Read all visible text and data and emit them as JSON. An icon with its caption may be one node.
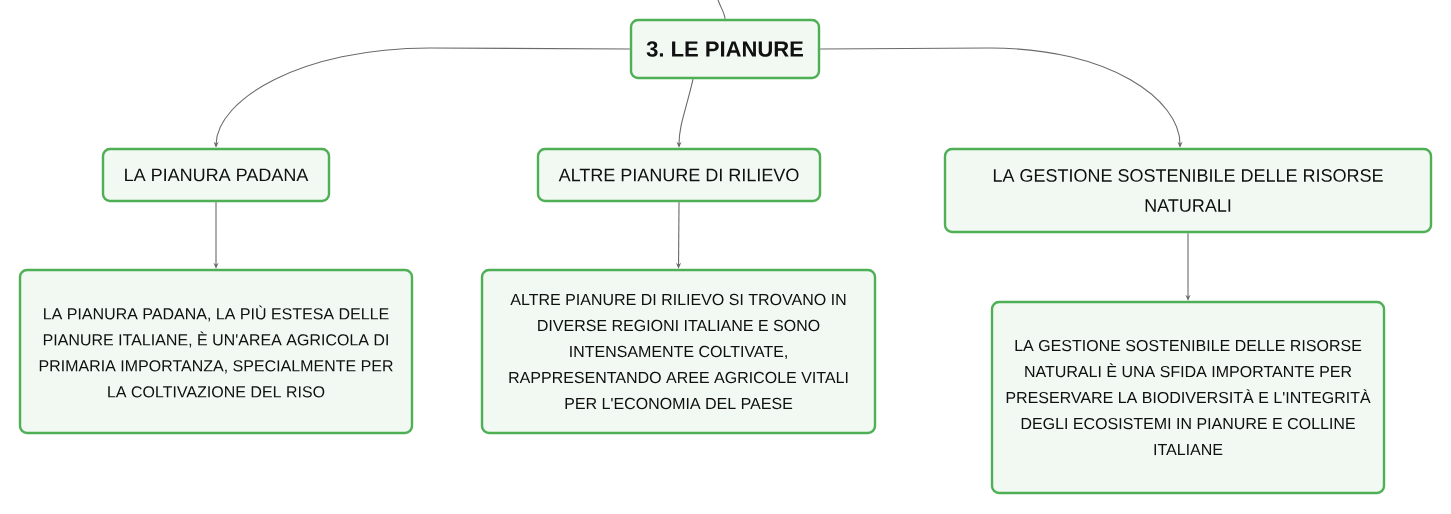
{
  "diagram": {
    "nodes": [
      {
        "text": [
          "3. LE PIANURE"
        ]
      },
      {
        "text": [
          "LA PIANURA PADANA"
        ]
      },
      {
        "text": [
          "ALTRE PIANURE DI RILIEVO"
        ]
      },
      {
        "text": [
          "LA GESTIONE SOSTENIBILE DELLE RISORSE NATURALI"
        ]
      },
      {
        "text": [
          "LA PIANURA PADANA, LA PIÙ ESTESA DELLE PIANURE ITALIANE, È UN'AREA AGRICOLA DI PRIMARIA IMPORTANZA, SPECIALMENTE PER LA COLTIVAZIONE DEL RISO"
        ]
      },
      {
        "text": [
          "ALTRE PIANURE DI RILIEVO SI TROVANO IN DIVERSE REGIONI ITALIANE E SONO INTENSAMENTE COLTIVATE, RAPPRESENTANDO AREE AGRICOLE VITALI PER L'ECONOMIA DEL PAESE"
        ]
      },
      {
        "text": [
          "LA GESTIONE SOSTENIBILE DELLE RISORSE NATURALI È UNA SFIDA IMPORTANTE PER PRESERVARE LA BIODIVERSITÀ E L'INTEGRITÀ DEGLI ECOSISTEMI IN PIANURE E COLLINE ITALIANE"
        ]
      }
    ],
    "edges": [
      {
        "from": null,
        "to": 0,
        "arrow": "none"
      },
      {
        "from": 0,
        "to": 1,
        "arrow": "to"
      },
      {
        "from": 0,
        "to": 2,
        "arrow": "to"
      },
      {
        "from": 0,
        "to": 3,
        "arrow": "to"
      },
      {
        "from": 1,
        "to": 4,
        "arrow": "to"
      },
      {
        "from": 2,
        "to": 5,
        "arrow": "to"
      },
      {
        "from": 3,
        "to": 6,
        "arrow": "to"
      }
    ]
  }
}
